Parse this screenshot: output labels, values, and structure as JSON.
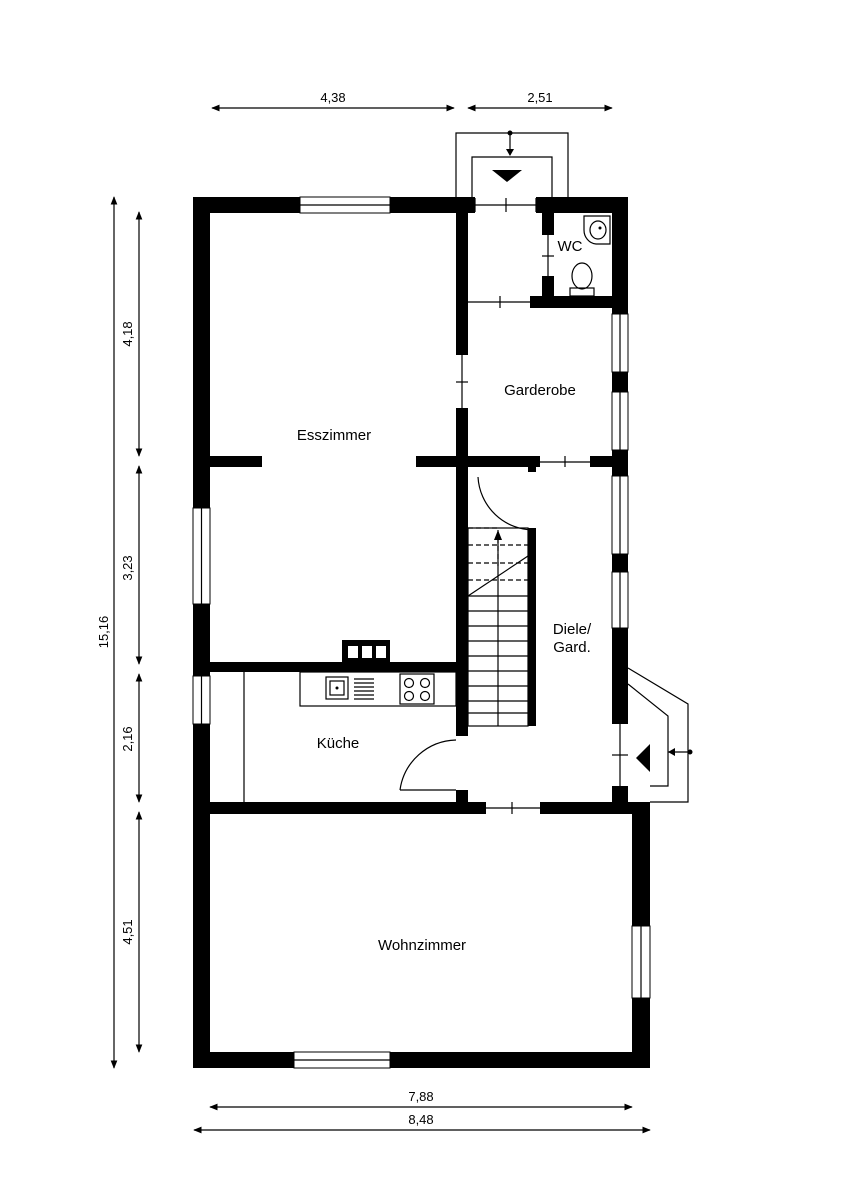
{
  "rooms": {
    "esszimmer": "Esszimmer",
    "garderobe": "Garderobe",
    "wc": "WC",
    "diele_line1": "Diele/",
    "diele_line2": "Gard.",
    "kueche": "Küche",
    "wohnzimmer": "Wohnzimmer"
  },
  "dimensions": {
    "top_left": "4,38",
    "top_right": "2,51",
    "total_height": "15,16",
    "seg_1": "4,18",
    "seg_2": "3,23",
    "seg_3": "2,16",
    "seg_4": "4,51",
    "inner_width": "7,88",
    "outer_width": "8,48"
  }
}
